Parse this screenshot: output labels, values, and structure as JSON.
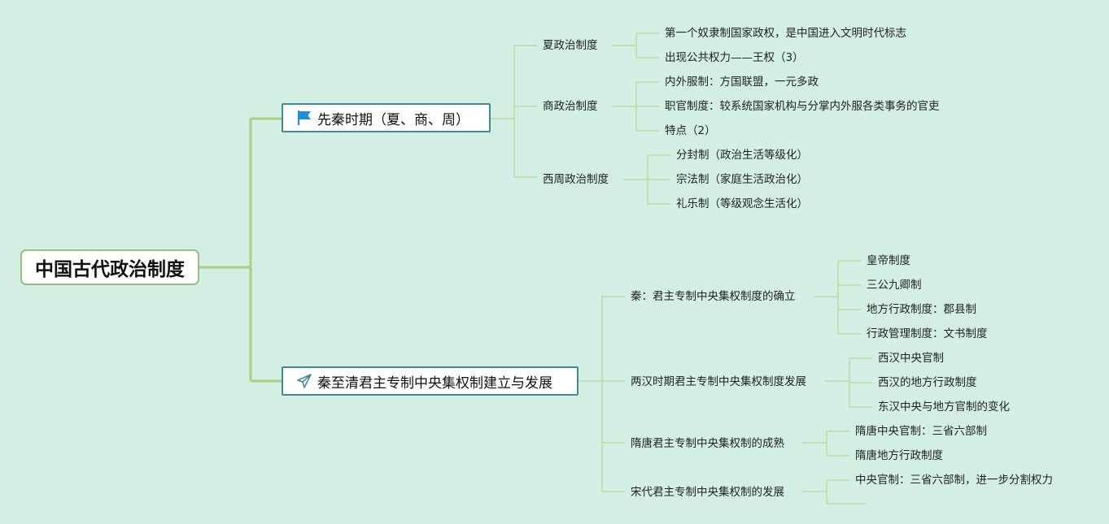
{
  "root": {
    "label": "中国古代政治制度"
  },
  "branches": {
    "xianqin": {
      "label": "先秦时期（夏、商、周）",
      "icon": "flag-icon",
      "icon_color": "#1e8fe0",
      "xia": {
        "label": "夏政治制度",
        "items": [
          "第一个奴隶制国家政权，是中国进入文明时代标志",
          "出现公共权力——王权（3）"
        ]
      },
      "shang": {
        "label": "商政治制度",
        "items": [
          "内外服制：方国联盟，一元多政",
          "职官制度：较系统国家机构与分掌内外服各类事务的官吏",
          "特点（2）"
        ]
      },
      "xizhou": {
        "label": "西周政治制度",
        "items": [
          "分封制（政治生活等级化）",
          "宗法制（家庭生活政治化）",
          "礼乐制（等级观念生活化）"
        ]
      }
    },
    "qinqing": {
      "label": "秦至清君主专制中央集权制建立与发展",
      "icon": "paper-plane-icon",
      "icon_color": "#3e8a96",
      "qin": {
        "label": "秦：君主专制中央集权制度的确立",
        "items": [
          "皇帝制度",
          "三公九卿制",
          "地方行政制度：郡县制",
          "行政管理制度：文书制度"
        ]
      },
      "lianghan": {
        "label": "两汉时期君主专制中央集权制度发展",
        "items": [
          "西汉中央官制",
          "西汉的地方行政制度",
          "东汉中央与地方官制的变化"
        ]
      },
      "suitang": {
        "label": "隋唐君主专制中央集权制的成熟",
        "items": [
          "隋唐中央官制：三省六部制",
          "隋唐地方行政制度"
        ]
      },
      "song": {
        "label": "宋代君主专制中央集权制的发展",
        "items": [
          "中央官制：三省六部制，进一步分割权力"
        ]
      }
    }
  },
  "colors": {
    "background": "#d3efe3",
    "line_main": "#a9d183",
    "line_sub": "#b4d895",
    "root_border": "#97c07a",
    "node_border": "#3e8a96"
  }
}
